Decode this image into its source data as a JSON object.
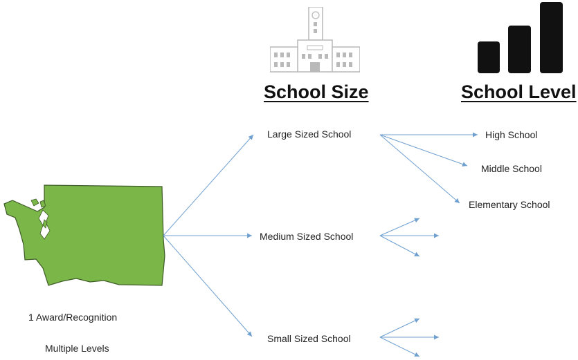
{
  "headings": {
    "size": "School Size",
    "level": "School Level"
  },
  "nodes": {
    "large": "Large Sized School",
    "medium": "Medium Sized School",
    "small": "Small Sized School",
    "high": "High School",
    "middle": "Middle School",
    "elementary": "Elementary School"
  },
  "notes": {
    "award": "1 Award/Recognition",
    "levels": "Multiple Levels"
  },
  "icons": {
    "school": "school-building-icon",
    "levels": "bar-levels-icon",
    "state": "washington-state-map"
  },
  "colors": {
    "map_fill": "#7ab648",
    "map_stroke": "#3d5a27",
    "arrow": "#6fa0d0",
    "building": "#b9b9b9",
    "bars": "#111111"
  }
}
